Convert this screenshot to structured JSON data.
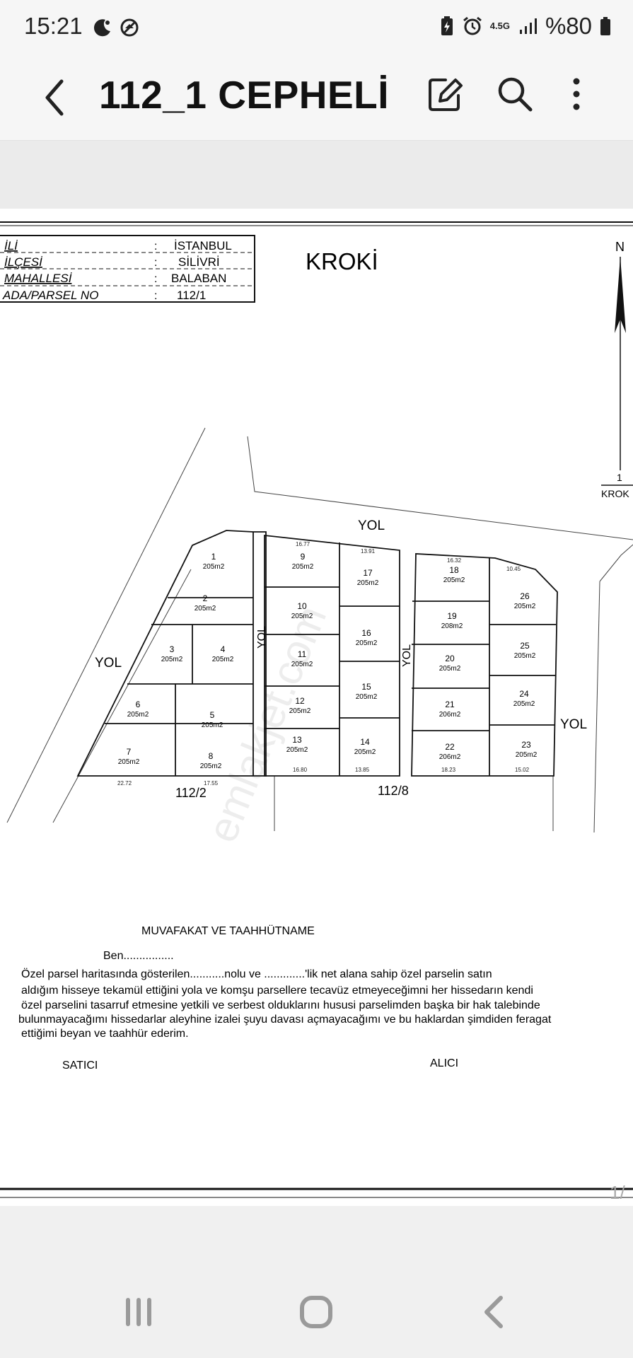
{
  "status_bar": {
    "time": "15:21",
    "network": "4.5G",
    "battery": "%80",
    "icons": [
      "moon-icon",
      "do-not-disturb-icon",
      "battery-saver-icon",
      "alarm-icon",
      "signal-icon",
      "battery-icon"
    ]
  },
  "app_bar": {
    "title": "112_1 CEPHELİ",
    "icons": [
      "back-arrow-icon",
      "edit-icon",
      "search-icon",
      "more-vert-icon"
    ]
  },
  "document": {
    "info_table": [
      {
        "label": "İLİ",
        "value": "İSTANBUL"
      },
      {
        "label": "İLÇESİ",
        "value": "SİLİVRİ"
      },
      {
        "label": "MAHALLESİ",
        "value": "BALABAN"
      },
      {
        "label": "ADA/PARSEL NO",
        "value": "112/1"
      }
    ],
    "sep": ":",
    "title": "KROKİ",
    "north_label": "N",
    "scale_label": "1",
    "scale_text": "KROK",
    "road_label": "YOL",
    "adjacent_parcels": [
      "112/2",
      "112/8"
    ],
    "lots": [
      {
        "no": "1",
        "area": "205m2"
      },
      {
        "no": "2",
        "area": "205m2"
      },
      {
        "no": "3",
        "area": "205m2"
      },
      {
        "no": "4",
        "area": "205m2"
      },
      {
        "no": "5",
        "area": "205m2"
      },
      {
        "no": "6",
        "area": "205m2"
      },
      {
        "no": "7",
        "area": "205m2"
      },
      {
        "no": "8",
        "area": "205m2"
      },
      {
        "no": "9",
        "area": "205m2"
      },
      {
        "no": "10",
        "area": "205m2"
      },
      {
        "no": "11",
        "area": "205m2"
      },
      {
        "no": "12",
        "area": "205m2"
      },
      {
        "no": "13",
        "area": "205m2"
      },
      {
        "no": "14",
        "area": "205m2"
      },
      {
        "no": "15",
        "area": "205m2"
      },
      {
        "no": "16",
        "area": "205m2"
      },
      {
        "no": "17",
        "area": "205m2"
      },
      {
        "no": "18",
        "area": "205m2"
      },
      {
        "no": "19",
        "area": "208m2"
      },
      {
        "no": "20",
        "area": "205m2"
      },
      {
        "no": "21",
        "area": "206m2"
      },
      {
        "no": "22",
        "area": "206m2"
      },
      {
        "no": "23",
        "area": "205m2"
      },
      {
        "no": "24",
        "area": "205m2"
      },
      {
        "no": "25",
        "area": "205m2"
      },
      {
        "no": "26",
        "area": "205m2"
      }
    ],
    "dimensions": {
      "top_a": "16.77",
      "top_b": "13.91",
      "top_c": "16.32",
      "top_d": "10.45",
      "bottom_a": "22.72",
      "bottom_b": "17.55",
      "bottom_c": "16.80",
      "bottom_d": "13.85",
      "bottom_e": "18.23",
      "bottom_f": "15.02"
    },
    "watermark": "emlakjet.com",
    "agreement_title": "MUVAFAKAT VE TAAHHÜTNAME",
    "agreement_ben": "Ben................",
    "agreement_lines": [
      "Özel parsel haritasında gösterilen...........nolu ve .............'lik net alana sahip özel parselin satın",
      "aldığım hisseye tekamül ettiğini yola ve komşu parsellere tecavüz etmeyeceğimni her hissedarın kendi",
      "özel parselini tasarruf etmesine yetkili ve serbest olduklarını hususi parselimden başka bir hak talebinde",
      "bulunmayacağımı hissedarlar aleyhine izalei şuyu davası açmayacağımı ve bu haklardan şimdiden feragat",
      "ettiğimi beyan ve taahhür ederim."
    ],
    "seller_label": "SATICI",
    "buyer_label": "ALICI",
    "page_indicator": "1/"
  },
  "nav_bar": {
    "icons": [
      "recents-icon",
      "home-icon",
      "back-icon"
    ]
  }
}
